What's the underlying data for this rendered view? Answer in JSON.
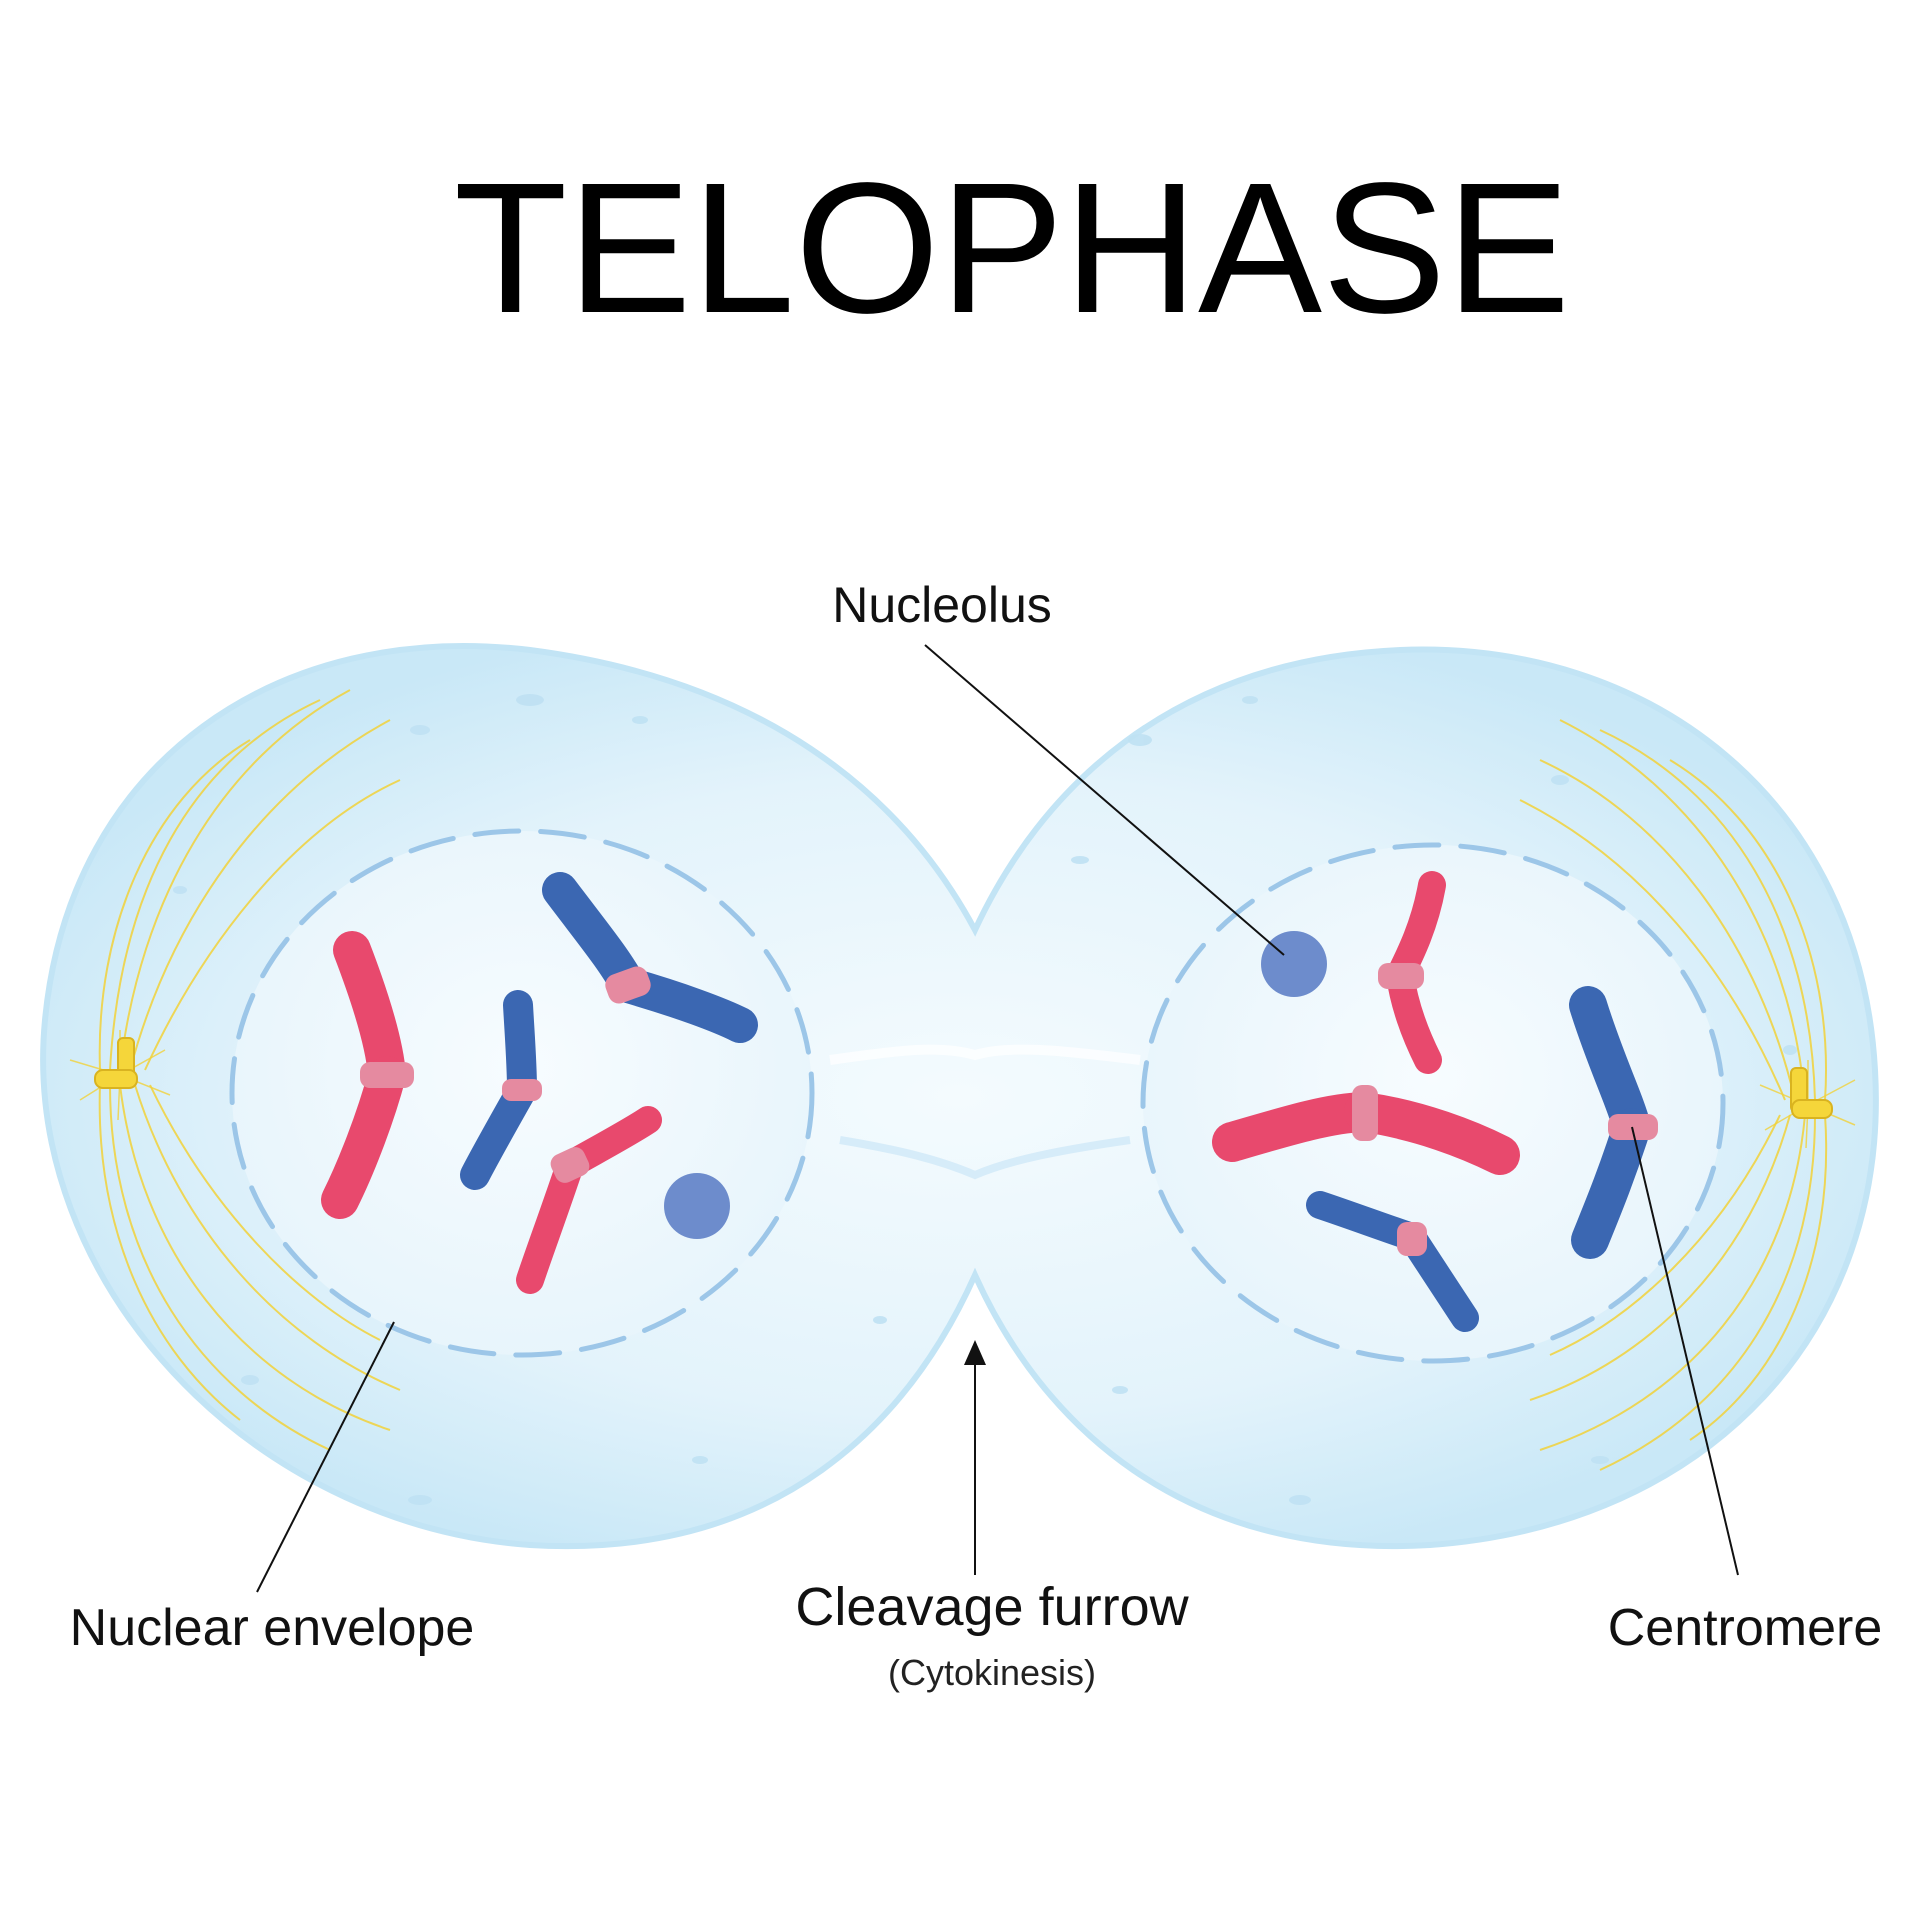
{
  "title": "TELOPHASE",
  "labels": {
    "nucleolus": "Nucleolus",
    "nuclear_envelope": "Nuclear envelope",
    "cleavage_furrow": "Cleavage furrow",
    "cytokinesis": "(Cytokinesis)",
    "centromere": "Centromere"
  },
  "colors": {
    "cell_fill": "#d9effa",
    "cell_edge": "#bfe3f5",
    "envelope_stroke": "#9cc6e8",
    "chromosome_red": "#e8496d",
    "chromosome_blue": "#3b67b2",
    "centromere_pink": "#e58aa0",
    "nucleolus": "#6d8ccc",
    "spindle_yellow": "#f2d23a",
    "leader_line": "#111111"
  }
}
